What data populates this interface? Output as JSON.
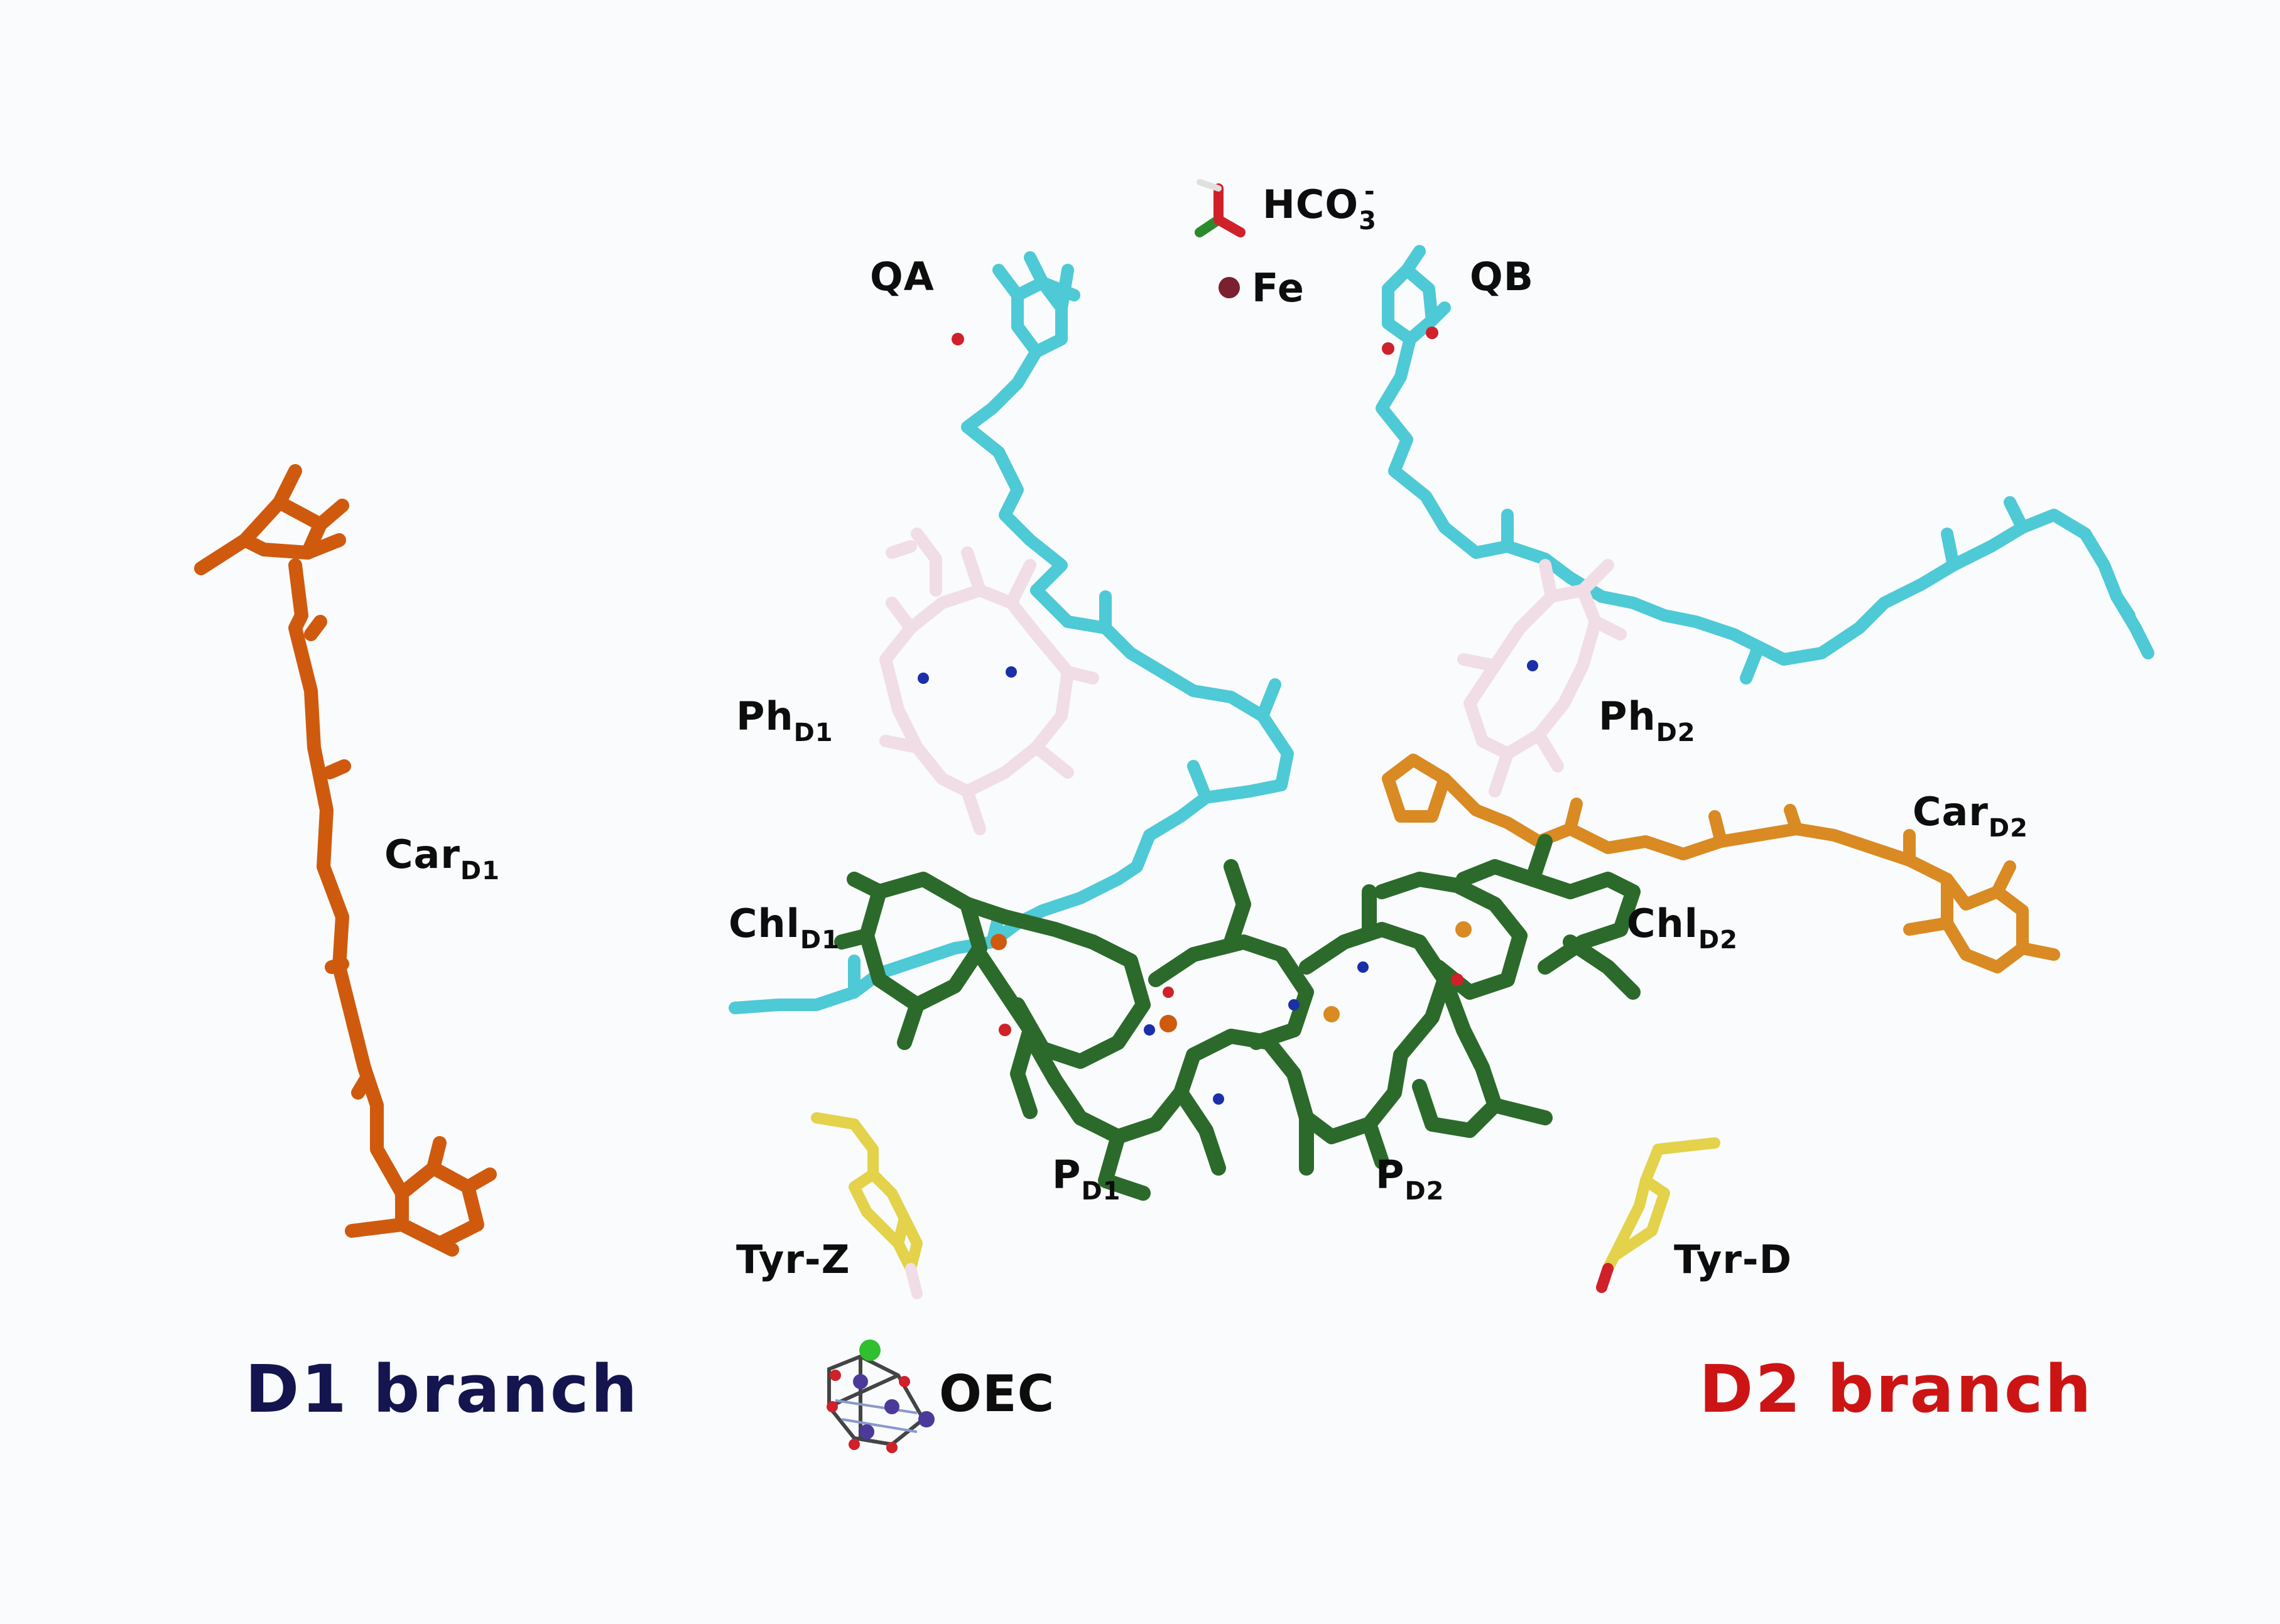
{
  "labels": {
    "hco3": {
      "base": "HCO",
      "sub": "3",
      "sup": "-"
    },
    "fe": "Fe",
    "qa": "QA",
    "qb": "QB",
    "ph_d1": {
      "base": "Ph",
      "sub": "D1"
    },
    "ph_d2": {
      "base": "Ph",
      "sub": "D2"
    },
    "car_d1": {
      "base": "Car",
      "sub": "D1"
    },
    "car_d2": {
      "base": "Car",
      "sub": "D2"
    },
    "chl_d1": {
      "base": "Chl",
      "sub": "D1"
    },
    "chl_d2": {
      "base": "Chl",
      "sub": "D2"
    },
    "p_d1": {
      "base": "P",
      "sub": "D1"
    },
    "p_d2": {
      "base": "P",
      "sub": "D2"
    },
    "tyr_z": "Tyr-Z",
    "tyr_d": "Tyr-D",
    "oec": "OEC"
  },
  "branches": {
    "d1": "D1 branch",
    "d2": "D2 branch"
  },
  "colors": {
    "background": "#f9fbfc",
    "d1_branch_text": "#14144f",
    "d2_branch_text": "#cc1414",
    "carotenoid_d1": "#cf5a0e",
    "carotenoid_d2": "#d98a22",
    "quinone": "#4ec9d6",
    "pheophytin": "#f1dde6",
    "chlorophyll": "#2b6a2b",
    "tyrosine": "#e3d24a",
    "iron": "#7a2030",
    "oxygen": "#d0202a",
    "nitrogen": "#1a2fa8",
    "manganese": "#4b3a9a",
    "calcium": "#2fbf2f"
  },
  "icons": [
    "iron-atom-icon",
    "bicarbonate-icon",
    "oec-cluster-icon"
  ]
}
